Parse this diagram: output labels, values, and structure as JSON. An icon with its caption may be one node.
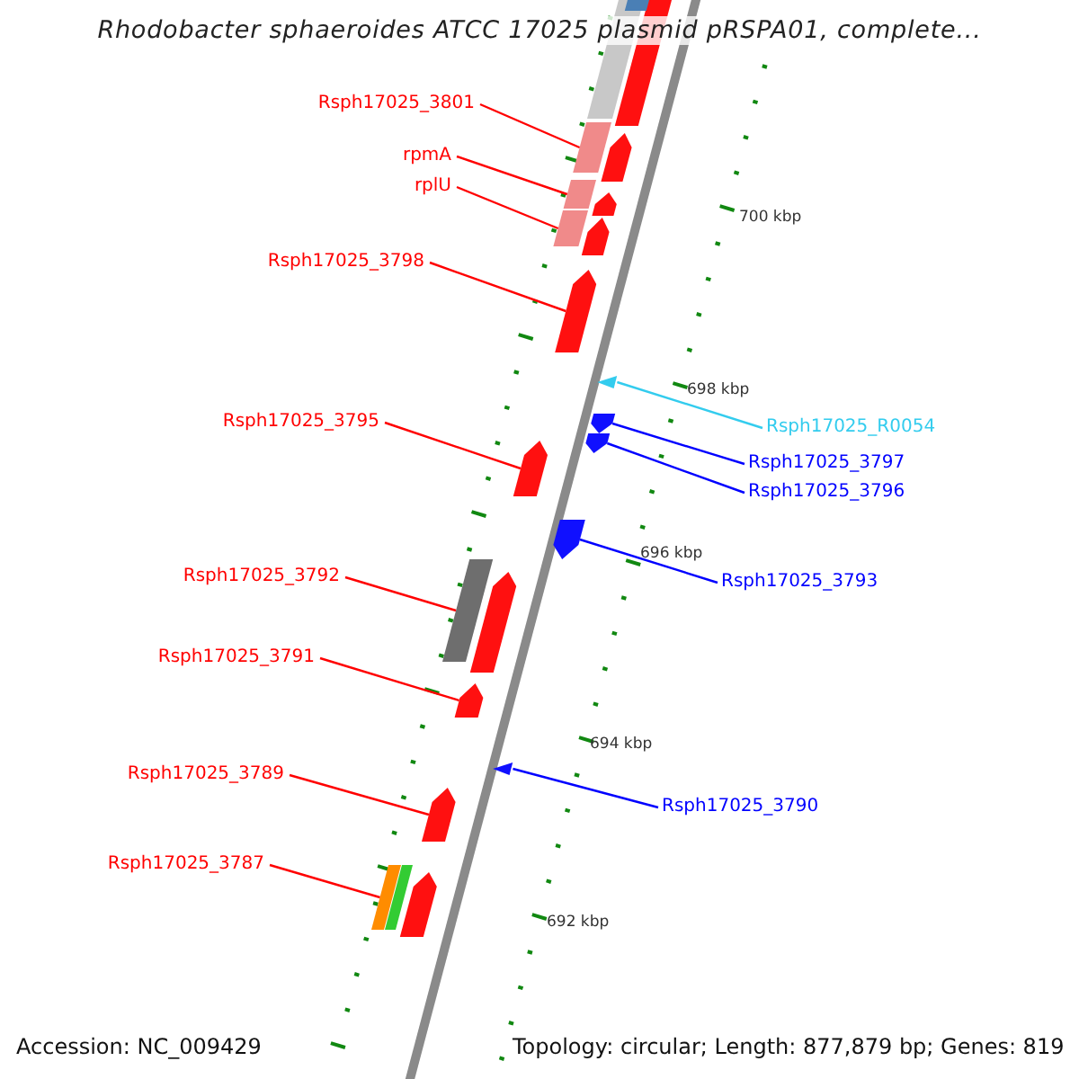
{
  "diagram": {
    "title": "Rhodobacter sphaeroides ATCC 17025 plasmid pRSPA01, complete...",
    "nodes": [
      {
        "text": [
          "Rsph17025_3801"
        ]
      },
      {
        "text": [],
        "shape": "bar"
      },
      {
        "text": [
          "rpmA"
        ]
      },
      {
        "text": [],
        "shape": "bar"
      },
      {
        "text": [
          "rplU"
        ]
      },
      {
        "text": [],
        "shape": "bar"
      },
      {
        "text": [
          "Rsph17025_3798"
        ]
      },
      {
        "text": [],
        "shape": "arrow"
      },
      {
        "text": [
          "Rsph17025_3795"
        ]
      },
      {
        "text": [],
        "shape": "arrow"
      },
      {
        "text": [
          "Rsph17025_R0054"
        ]
      },
      {
        "text": [],
        "shape": "triangle"
      },
      {
        "text": [
          "Rsph17025_3797"
        ]
      },
      {
        "text": [],
        "shape": "arrow"
      },
      {
        "text": [
          "Rsph17025_3796"
        ]
      },
      {
        "text": [],
        "shape": "arrow"
      },
      {
        "text": [
          "Rsph17025_3792"
        ]
      },
      {
        "text": [],
        "shape": "bar"
      },
      {
        "text": [
          "Rsph17025_3793"
        ]
      },
      {
        "text": [],
        "shape": "arrow"
      },
      {
        "text": [
          "Rsph17025_3791"
        ]
      },
      {
        "text": [],
        "shape": "arrow"
      },
      {
        "text": [
          "Rsph17025_3789"
        ]
      },
      {
        "text": [],
        "shape": "arrow"
      },
      {
        "text": [
          "Rsph17025_3790"
        ]
      },
      {
        "text": [],
        "shape": "triangle"
      },
      {
        "text": [
          "Rsph17025_3787"
        ]
      },
      {
        "text": [],
        "shape": "bar"
      },
      {
        "text": [],
        "shape": "bar"
      },
      {
        "text": [],
        "shape": "pentagon"
      },
      {
        "text": [],
        "shape": "bar"
      },
      {
        "text": [],
        "shape": "pentagon"
      },
      {
        "text": [],
        "shape": "pentagon"
      },
      {
        "text": [],
        "shape": "pentagon"
      },
      {
        "text": [],
        "shape": "pentagon"
      },
      {
        "text": [],
        "shape": "bar"
      },
      {
        "text": [],
        "shape": "pentagon"
      }
    ],
    "edges": [
      {
        "from": 0,
        "to": 1,
        "arrow": "none"
      },
      {
        "from": 2,
        "to": 3,
        "arrow": "none"
      },
      {
        "from": 4,
        "to": 5,
        "arrow": "none"
      },
      {
        "from": 6,
        "to": 7,
        "arrow": "none"
      },
      {
        "from": 8,
        "to": 9,
        "arrow": "none"
      },
      {
        "from": 10,
        "to": 11,
        "arrow": "none",
        "color": "#33ccee"
      },
      {
        "from": 12,
        "to": 13,
        "arrow": "none",
        "color": "#0000ff"
      },
      {
        "from": 14,
        "to": 15,
        "arrow": "none",
        "color": "#0000ff"
      },
      {
        "from": 16,
        "to": 17,
        "arrow": "none"
      },
      {
        "from": 18,
        "to": 19,
        "arrow": "none",
        "color": "#0000ff"
      },
      {
        "from": 20,
        "to": 21,
        "arrow": "none"
      },
      {
        "from": 22,
        "to": 23,
        "arrow": "none"
      },
      {
        "from": 24,
        "to": 25,
        "arrow": "none",
        "color": "#0000ff"
      },
      {
        "from": 26,
        "to": 27,
        "arrow": "none"
      }
    ],
    "labels": [
      "700 kbp",
      "698 kbp",
      "696 kbp",
      "694 kbp",
      "692 kbp",
      "Accession: NC_009429",
      "Topology: circular; Length: 877,879 bp; Genes: 819"
    ]
  }
}
